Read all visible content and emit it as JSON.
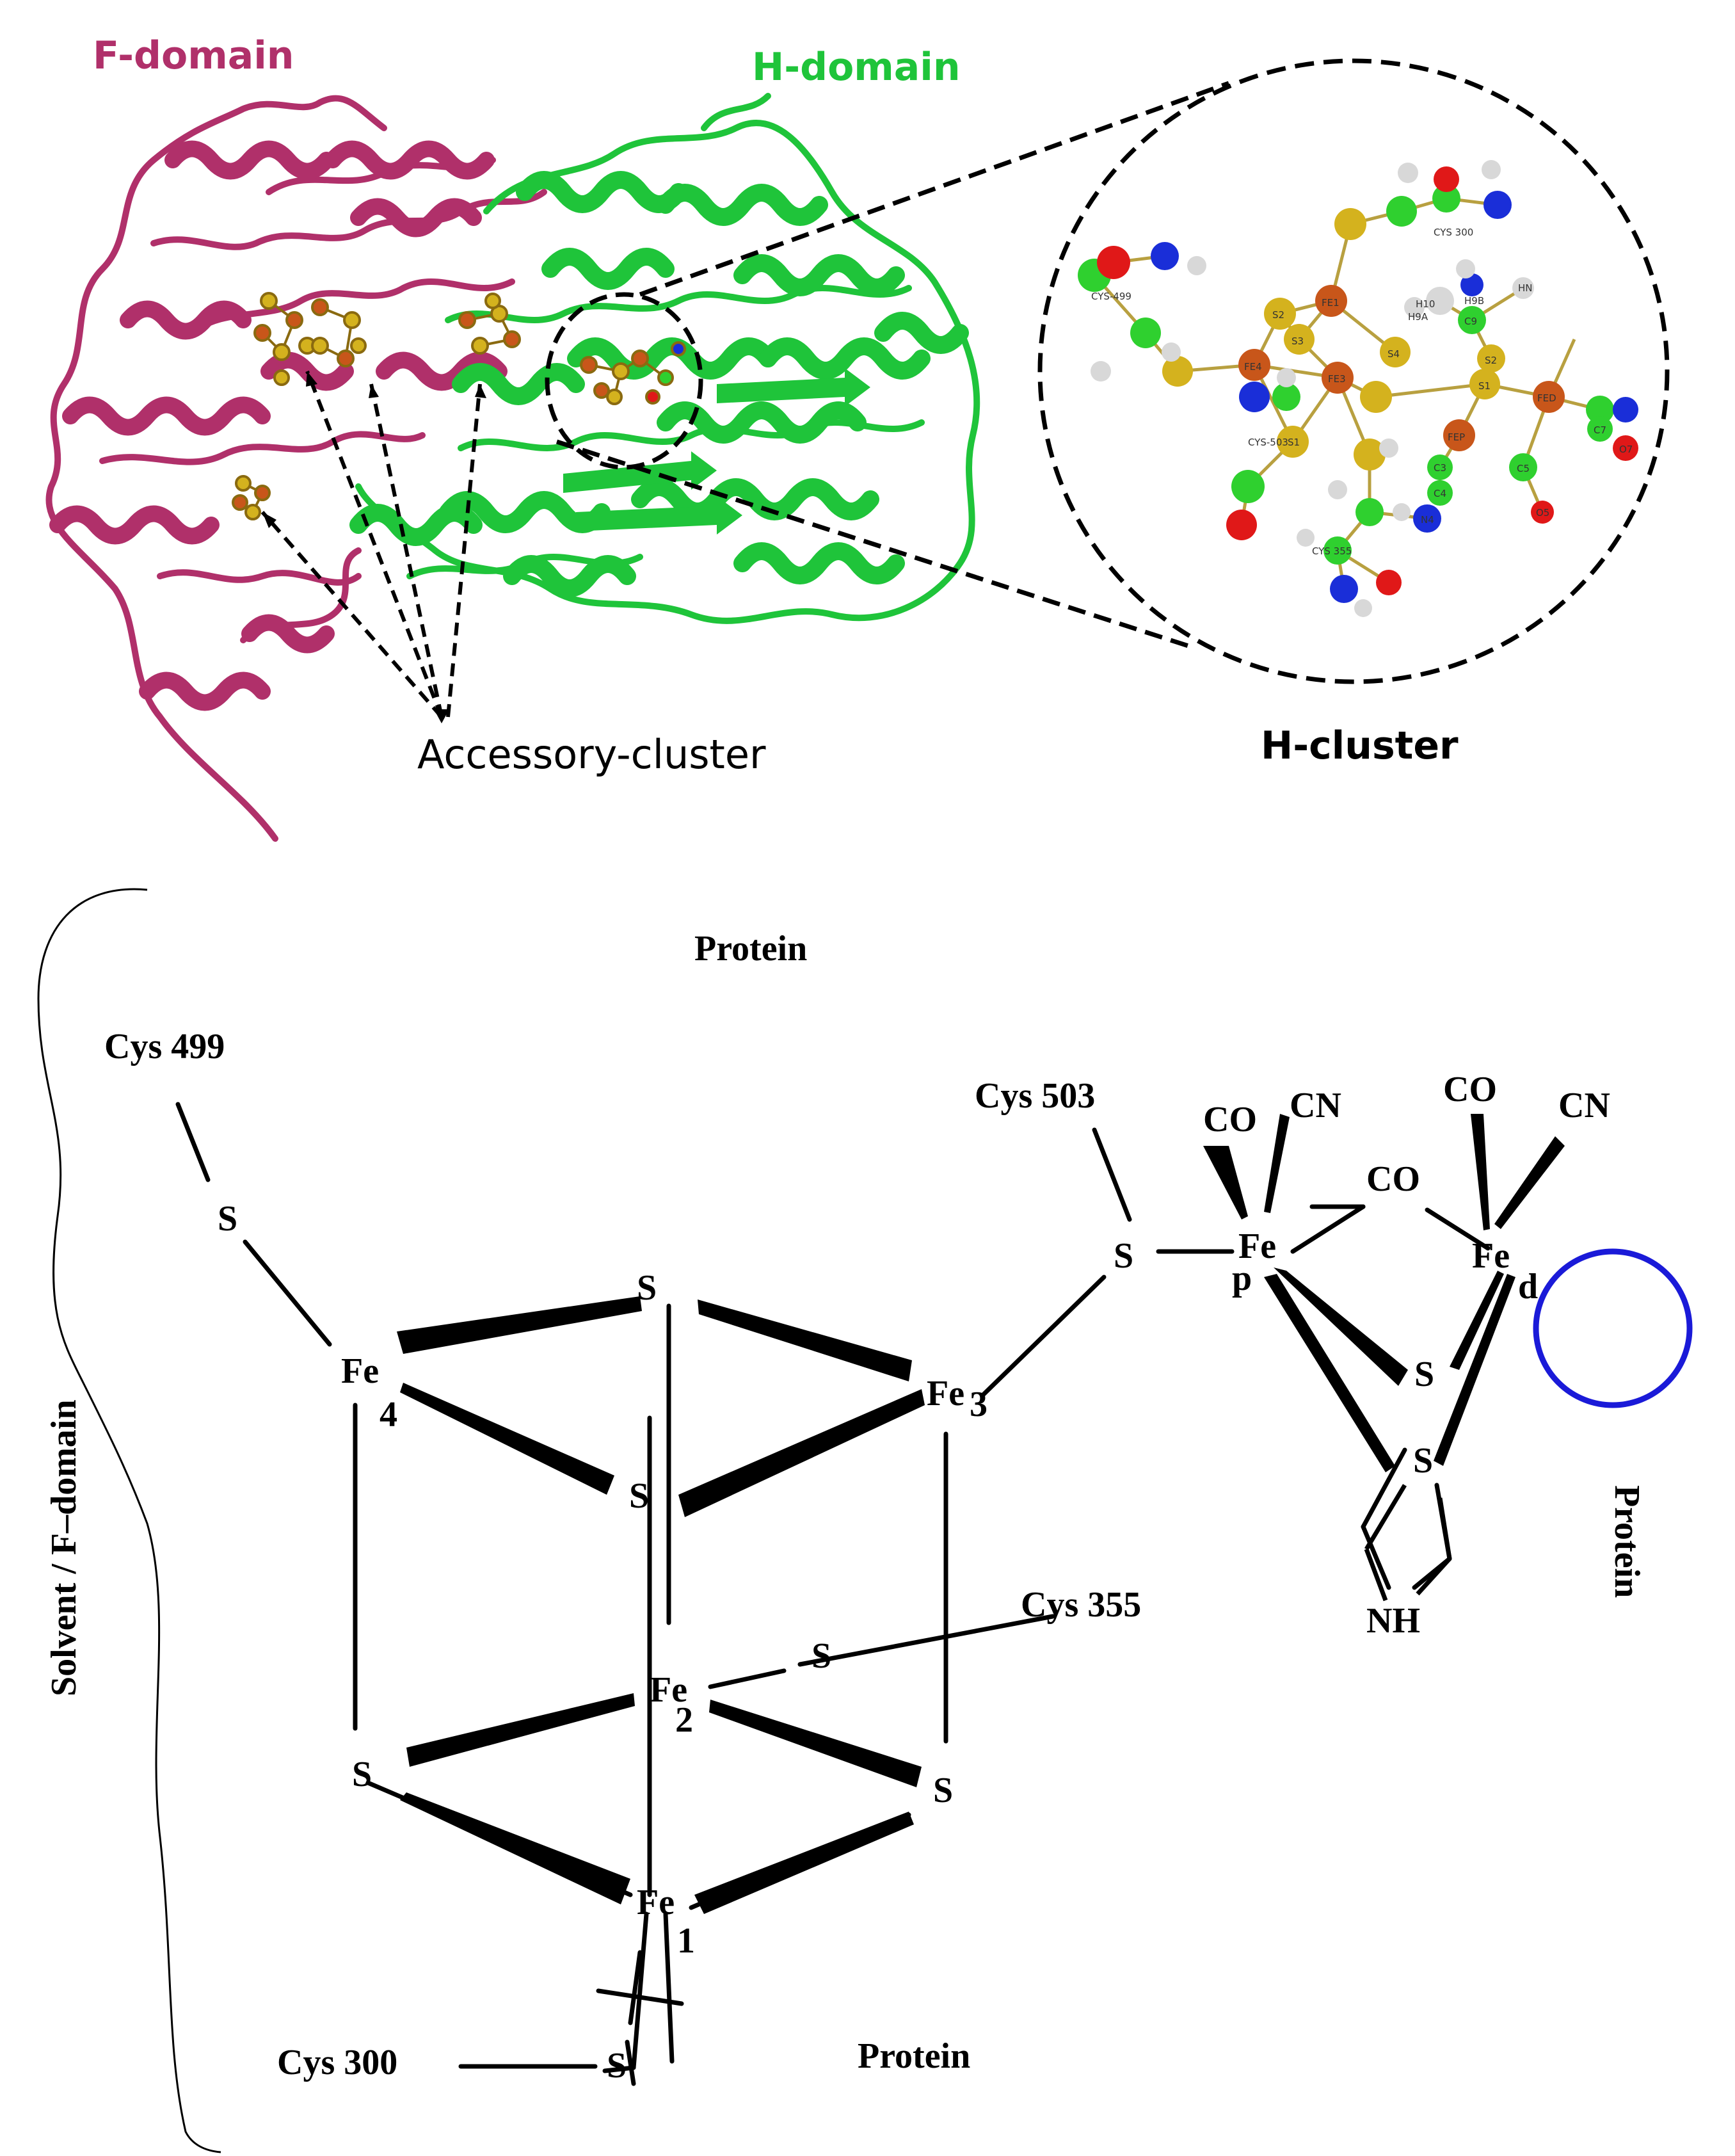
{
  "top": {
    "f_domain_label": "F-domain",
    "h_domain_label": "H-domain",
    "accessory_cluster_label": "Accessory-cluster",
    "h_cluster_label": "H-cluster",
    "colors": {
      "f_domain": "#b0306a",
      "h_domain": "#1fc43a",
      "fe": "#c8561a",
      "s": "#d4b21e",
      "c": "#2fd02f",
      "o": "#e01818",
      "n": "#1a2ed8",
      "h": "#d8d8d8"
    },
    "atom_labels": [
      "CYS 300",
      "CYS-499",
      "FE1",
      "S2",
      "S3",
      "S4",
      "FE4",
      "FE3",
      "H9B",
      "H9A",
      "C9",
      "HN",
      "S2",
      "S1",
      "FED",
      "FEP",
      "C7",
      "O7",
      "C3",
      "C4",
      "C5",
      "O5",
      "N4",
      "CYS-503",
      "S1",
      "CYS 355",
      "H10"
    ]
  },
  "scheme": {
    "protein_top": "Protein",
    "protein_right": "Protein",
    "protein_bottom": "Protein",
    "solvent_label": "Solvent / F–domain",
    "cys499": "Cys 499",
    "cys503": "Cys 503",
    "cys355": "Cys 355",
    "cys300": "Cys 300",
    "fe": "Fe",
    "s": "S",
    "sub4": "4",
    "sub3": "3",
    "sub2": "2",
    "sub1": "1",
    "sub_p": "p",
    "sub_d": "d",
    "co": "CO",
    "cn": "CN",
    "nh": "NH"
  }
}
